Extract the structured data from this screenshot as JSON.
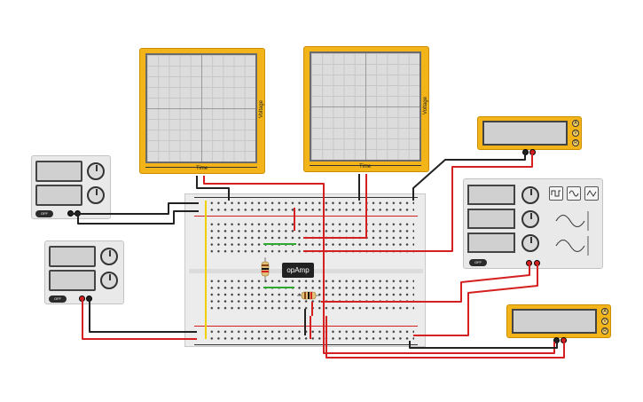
{
  "scopes": [
    {
      "time_label": "Time",
      "voltage_label": "Voltage"
    },
    {
      "time_label": "Time",
      "voltage_label": "Voltage"
    }
  ],
  "chip": {
    "label": "opAmp"
  },
  "power_supplies": [
    {
      "off_label": "OFF"
    },
    {
      "off_label": "OFF"
    }
  ],
  "function_generator": {
    "off_label": "OFF",
    "waveforms": [
      "square-wave-icon",
      "sine-wave-icon",
      "triangle-wave-icon"
    ]
  },
  "multimeters": [
    {
      "buttons": [
        "A",
        "V",
        "R"
      ]
    },
    {
      "buttons": [
        "A",
        "V",
        "R"
      ]
    }
  ],
  "colors": {
    "instrument_yellow": "#f2b418",
    "wire_red": "#d42020",
    "wire_black": "#222222",
    "jumper_green": "#2ea82e",
    "rail_yellow": "#f0d000"
  }
}
